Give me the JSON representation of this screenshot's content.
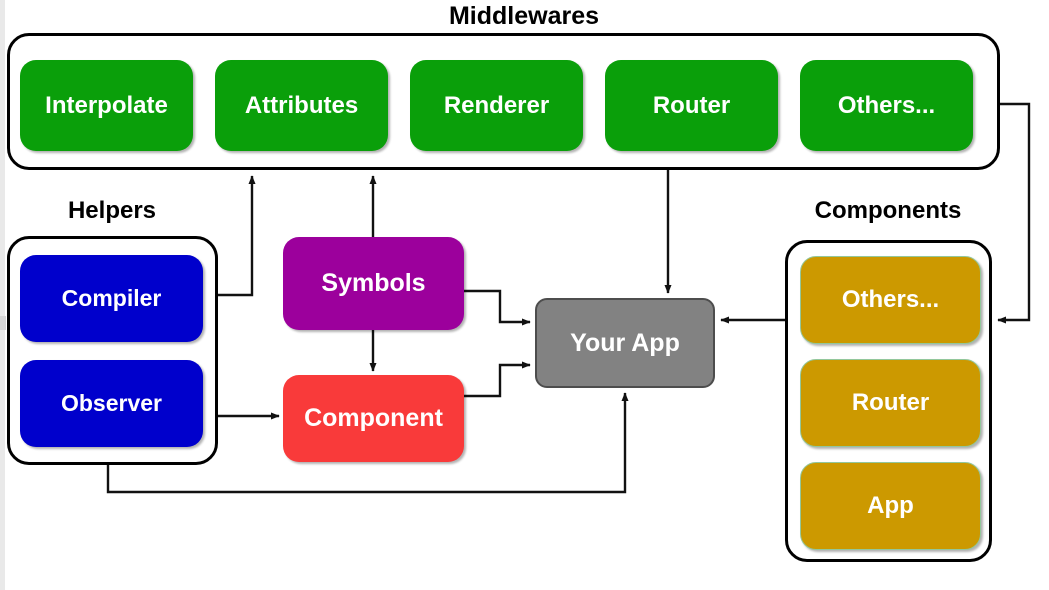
{
  "diagram": {
    "title_top": "Middlewares",
    "title_left": "Helpers",
    "title_right": "Components"
  },
  "colors": {
    "green": "#0a9f0a",
    "blue": "#0000cc",
    "purple": "#9c009c",
    "red": "#f93a3a",
    "gray": "#828282",
    "gold": "#cc9900",
    "stroke": "#1a1a1a",
    "container_border": "#000000",
    "background": "#ffffff",
    "text_light": "#ffffff",
    "text_dark": "#000000"
  },
  "middlewares": {
    "label": "Middlewares",
    "items": [
      {
        "label": "Interpolate"
      },
      {
        "label": "Attributes"
      },
      {
        "label": "Renderer"
      },
      {
        "label": "Router"
      },
      {
        "label": "Others..."
      }
    ]
  },
  "helpers": {
    "label": "Helpers",
    "items": [
      {
        "label": "Compiler"
      },
      {
        "label": "Observer"
      }
    ]
  },
  "components": {
    "label": "Components",
    "items": [
      {
        "label": "Others..."
      },
      {
        "label": "Router"
      },
      {
        "label": "App"
      }
    ]
  },
  "core": {
    "symbols": "Symbols",
    "component": "Component",
    "your_app": "Your App"
  }
}
